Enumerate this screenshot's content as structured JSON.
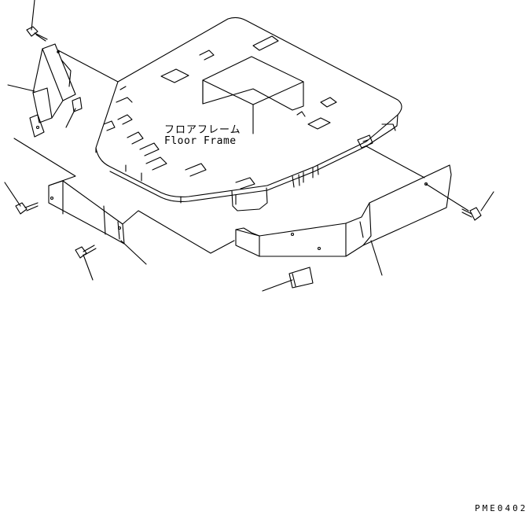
{
  "labels": {
    "floor_frame_jp": "フロアフレーム",
    "floor_frame_en": "Floor Frame"
  },
  "drawing_code": "PME0402"
}
